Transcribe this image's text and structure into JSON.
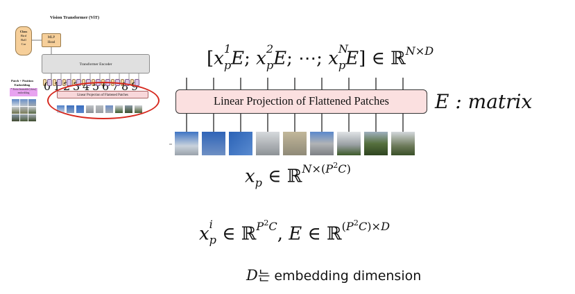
{
  "vit_thumbnail": {
    "title": "Vision Transformer (ViT)",
    "class_box": {
      "heading": "Class",
      "items": [
        "Bird",
        "Ball",
        "Car"
      ]
    },
    "mlp_head": [
      "MLP",
      "Head"
    ],
    "encoder_label": "Transformer Encoder",
    "patch_position_label": "Patch + Position Embedding",
    "extra_token_note": "* Extra learnable [class] embedding",
    "projection_label": "Linear Projection of Flattened Patches",
    "token_positions": [
      "0",
      "1",
      "2",
      "3",
      "4",
      "5",
      "6",
      "7",
      "8",
      "9"
    ]
  },
  "formulas": {
    "sequence": "[x_p^1 E; x_p^2 E; ⋯; x_p^N E] ∈ ℝ^{N×D}",
    "patches": "x_p ∈ ℝ^{N×(P^2 C)}",
    "shapes": "x_p^i ∈ ℝ^{P^2 C}, E ∈ ℝ^{(P^2 C)×D}"
  },
  "projection_bar": {
    "label": "Linear Projection of Flattened Patches"
  },
  "matrix_label": "E : matrix",
  "dimension_note": {
    "var": "D",
    "text": "는 embedding dimension"
  },
  "colors": {
    "projection_fill": "#fbe0e0",
    "highlight_ellipse": "#d6281e",
    "mlp_fill": "#f6cf9a",
    "encoder_fill": "#e0e0e0"
  }
}
